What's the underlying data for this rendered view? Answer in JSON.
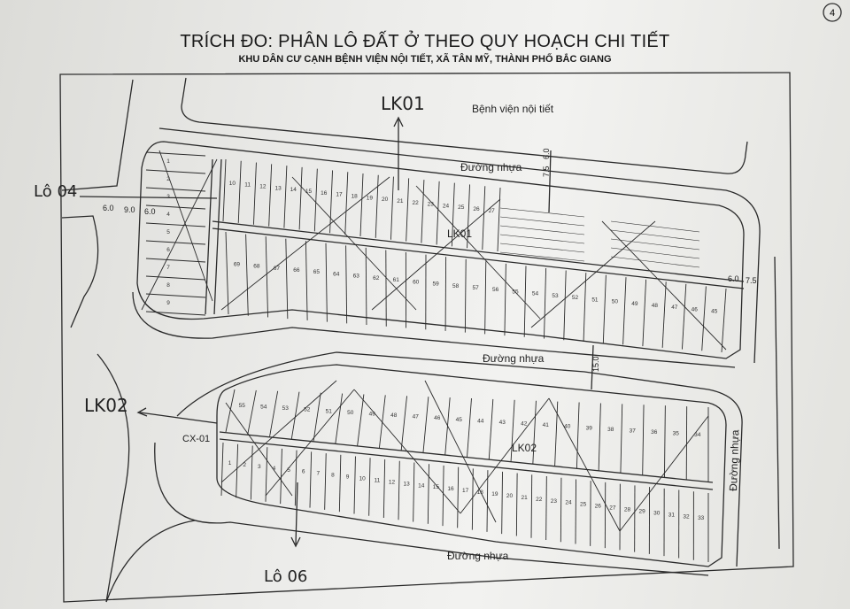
{
  "page_number": "4",
  "title": "TRÍCH ĐO: PHÂN LÔ ĐẤT Ở THEO QUY HOẠCH CHI TIẾT",
  "subtitle": "KHU DÂN CƯ CẠNH BỆNH VIỆN NỘI TIẾT, XÃ TÂN MỸ, THÀNH PHỐ BẮC GIANG",
  "landmarks": {
    "hospital": "Bệnh viện nội tiết",
    "green_area": "CX-01"
  },
  "roads": {
    "top": "Đường nhựa",
    "middle": "Đường nhựa",
    "bottom": "Đường nhựa",
    "right": "Đường nhựa"
  },
  "dimensions": {
    "left_a": "6.0",
    "left_b": "9.0",
    "left_c": "6.0",
    "right_a": "6.0",
    "right_b": "7.5",
    "mid_vertical": "15.0",
    "top_vertical_a": "7.5",
    "top_vertical_b": "6.0"
  },
  "blocks": {
    "lk01": "LK01",
    "lk02": "LK02"
  },
  "handwritten": {
    "lk01": "LK01",
    "lk02": "LK02",
    "lo04": "Lô 04",
    "lo06": "Lô 06"
  },
  "lots": {
    "lk01_left": [
      "1",
      "2",
      "3",
      "4",
      "5",
      "6",
      "7",
      "8",
      "9"
    ],
    "lk01_top": [
      "10",
      "11",
      "12",
      "13",
      "14",
      "15",
      "16",
      "17",
      "18",
      "19",
      "20",
      "21",
      "22",
      "23",
      "24",
      "25",
      "26",
      "27"
    ],
    "lk01_bottom": [
      "69",
      "68",
      "67",
      "66",
      "65",
      "64",
      "63",
      "62",
      "61",
      "60",
      "59",
      "58",
      "57",
      "56",
      "55",
      "54",
      "53",
      "52",
      "51",
      "50",
      "49",
      "48",
      "47",
      "46",
      "45"
    ],
    "lk02_top": [
      "55",
      "54",
      "53",
      "52",
      "51",
      "50",
      "49",
      "48",
      "47",
      "46",
      "45",
      "44",
      "43",
      "42",
      "41",
      "40",
      "39",
      "38",
      "37",
      "36",
      "35",
      "34"
    ],
    "lk02_bottom": [
      "1",
      "2",
      "3",
      "4",
      "5",
      "6",
      "7",
      "8",
      "9",
      "10",
      "11",
      "12",
      "13",
      "14",
      "15",
      "16",
      "17",
      "18",
      "19",
      "20",
      "21",
      "22",
      "23",
      "24",
      "25",
      "26",
      "27",
      "28",
      "29",
      "30",
      "31",
      "32",
      "33"
    ]
  },
  "colors": {
    "ink": "#222222",
    "paper": "#ececea"
  }
}
